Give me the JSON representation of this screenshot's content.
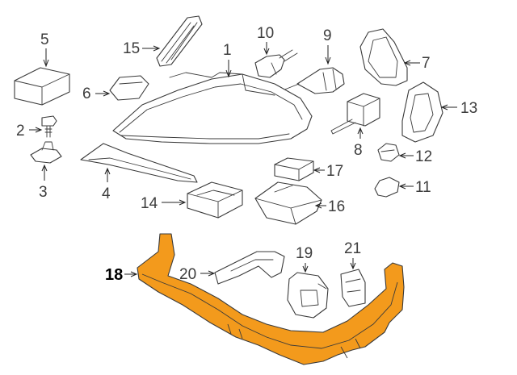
{
  "parts": [
    {
      "id": "5",
      "label": "5"
    },
    {
      "id": "15",
      "label": "15"
    },
    {
      "id": "10",
      "label": "10"
    },
    {
      "id": "9",
      "label": "9"
    },
    {
      "id": "7",
      "label": "7"
    },
    {
      "id": "1",
      "label": "1"
    },
    {
      "id": "6",
      "label": "6"
    },
    {
      "id": "13",
      "label": "13"
    },
    {
      "id": "2",
      "label": "2"
    },
    {
      "id": "8",
      "label": "8"
    },
    {
      "id": "12",
      "label": "12"
    },
    {
      "id": "17",
      "label": "17"
    },
    {
      "id": "3",
      "label": "3"
    },
    {
      "id": "4",
      "label": "4"
    },
    {
      "id": "11",
      "label": "11"
    },
    {
      "id": "14",
      "label": "14"
    },
    {
      "id": "16",
      "label": "16"
    },
    {
      "id": "19",
      "label": "19"
    },
    {
      "id": "21",
      "label": "21"
    },
    {
      "id": "18",
      "label": "18"
    },
    {
      "id": "20",
      "label": "20"
    }
  ],
  "colors": {
    "highlight": "#f39a1c",
    "line": "#3a3a3a",
    "background": "#ffffff"
  },
  "highlighted_part": "18"
}
